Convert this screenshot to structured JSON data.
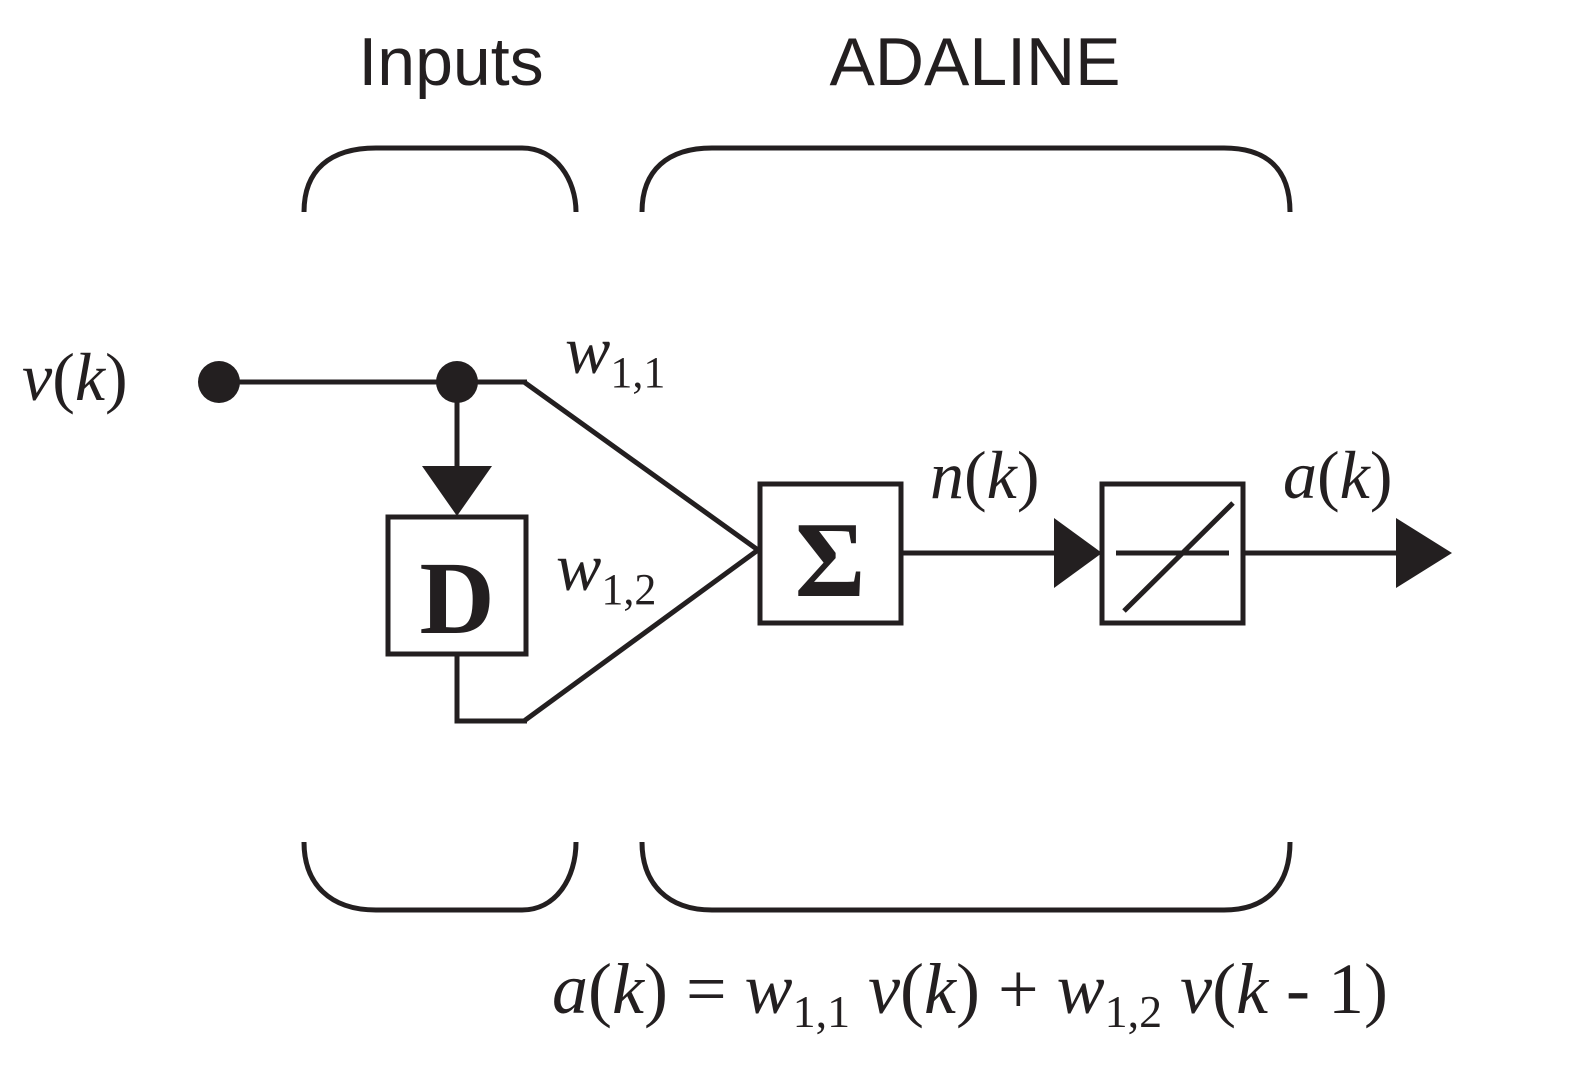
{
  "header": {
    "inputs_label": "Inputs",
    "adaline_label": "ADALINE"
  },
  "signals": {
    "input": {
      "var": "v",
      "arg": "k"
    },
    "sum_out": {
      "var": "n",
      "arg": "k"
    },
    "output": {
      "var": "a",
      "arg": "k"
    }
  },
  "weights": {
    "w11": {
      "base": "w",
      "sub": "1,1"
    },
    "w12": {
      "base": "w",
      "sub": "1,2"
    }
  },
  "blocks": {
    "delay": "D",
    "summer": "Σ"
  },
  "equation": {
    "lhs_var": "a",
    "lhs_arg": "k",
    "eq": "=",
    "t1_w": "w",
    "t1_sub": "1,1",
    "t1_var": "v",
    "t1_arg": "k",
    "plus": "+",
    "t2_w": "w",
    "t2_sub": "1,2",
    "t2_var": "v",
    "t2_arg_k": "k",
    "t2_arg_rest": " - 1"
  },
  "colors": {
    "ink": "#231f20",
    "background": "#ffffff"
  }
}
